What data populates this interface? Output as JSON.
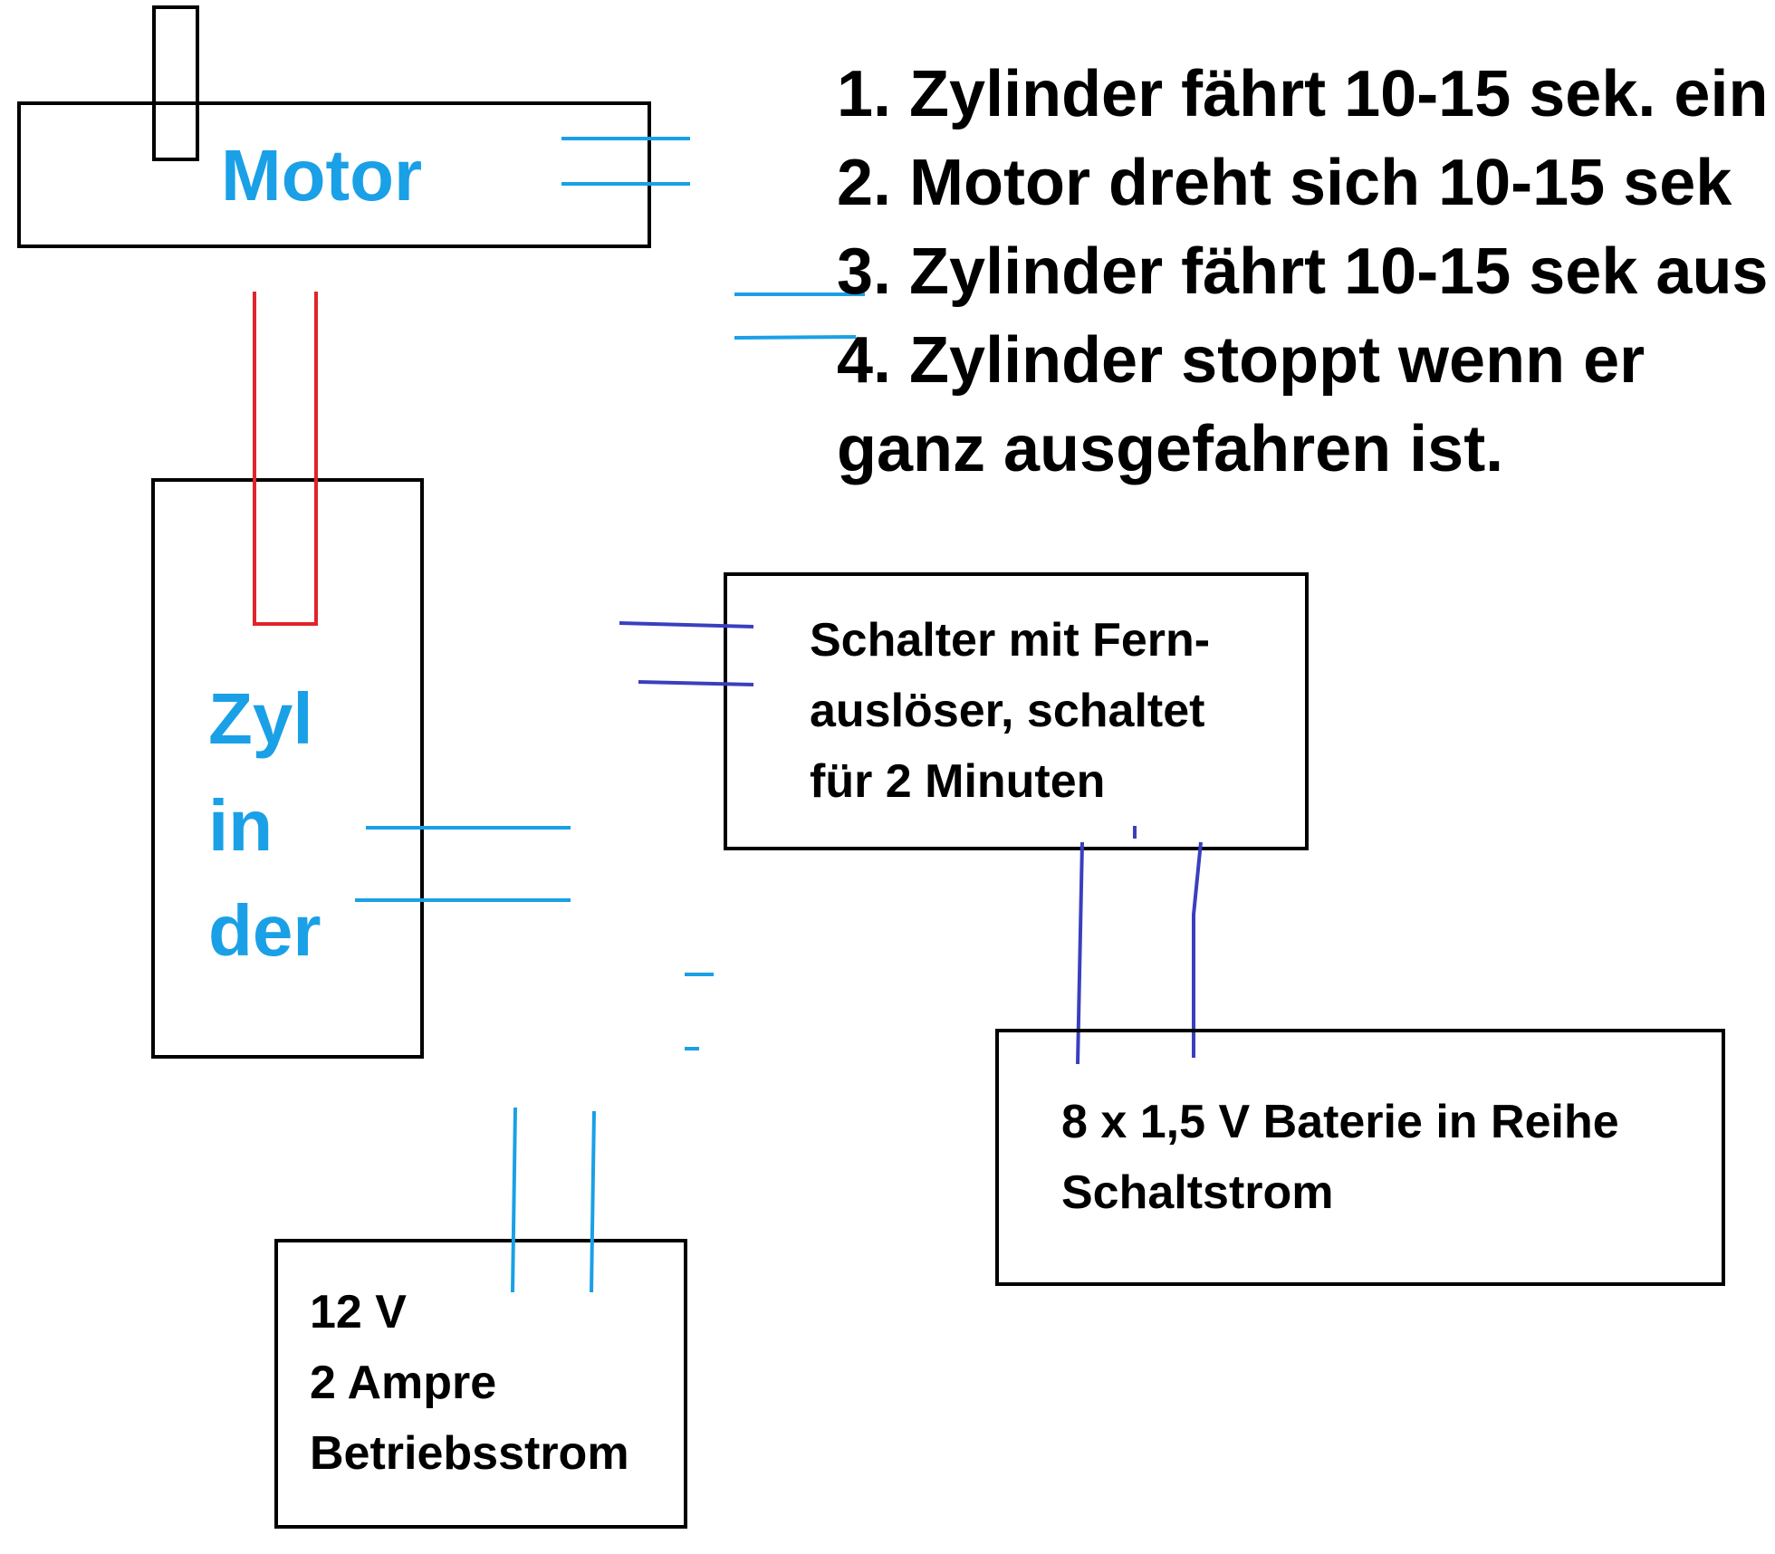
{
  "motor": {
    "label": "Motor"
  },
  "cylinder": {
    "label_lines": [
      "Zyl",
      "in",
      "der"
    ]
  },
  "steps": [
    "1. Zylinder fährt 10-15 sek. ein",
    "2. Motor dreht sich 10-15 sek",
    "3. Zylinder fährt 10-15 sek aus",
    "4. Zylinder stoppt wenn er",
    "ganz ausgefahren ist."
  ],
  "switch_box": {
    "lines": [
      "Schalter mit Fern-",
      "auslöser, schaltet",
      "für 2 Minuten"
    ]
  },
  "battery_box": {
    "lines": [
      "8 x 1,5 V Baterie in Reihe",
      "Schaltstrom"
    ]
  },
  "power_box": {
    "lines": [
      "12 V",
      "2 Ampre",
      "Betriebsstrom"
    ]
  },
  "colors": {
    "label_blue": "#1aa0e6",
    "wire_blue": "#1aa0e6",
    "wire_indigo": "#3a3fbf",
    "rod_red": "#e0242a",
    "outline": "#000000"
  }
}
